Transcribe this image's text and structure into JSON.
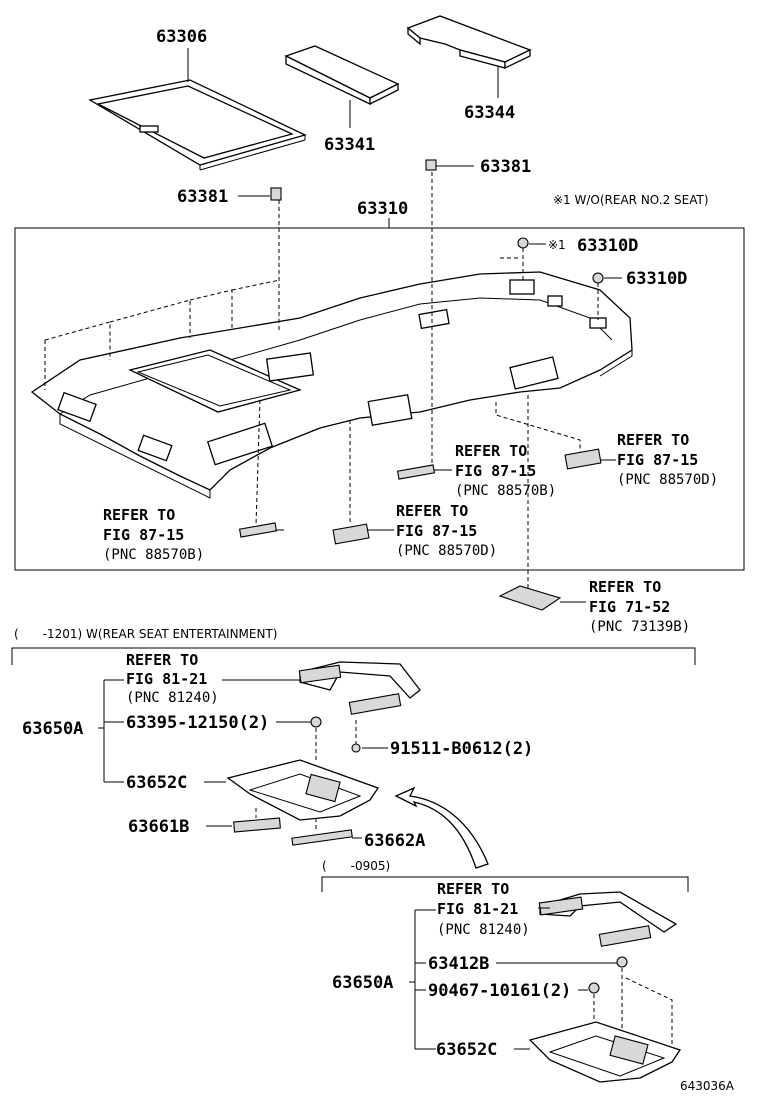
{
  "parts": {
    "p63306": "63306",
    "p63341": "63341",
    "p63344": "63344",
    "p63381a": "63381",
    "p63381b": "63381",
    "p63310": "63310",
    "p63310d_note": "※1",
    "p63310d_a": "63310D",
    "p63310d_b": "63310D",
    "p63650a_top": "63650A",
    "p63395": "63395-12150(2)",
    "p91511": "91511-B0612(2)",
    "p63652c_top": "63652C",
    "p63661b": "63661B",
    "p63662a": "63662A",
    "p63650a_bot": "63650A",
    "p63412b": "63412B",
    "p90467": "90467-10161(2)",
    "p63652c_bot": "63652C"
  },
  "notes": {
    "footnote": "※1 W/O(REAR NO.2 SEAT)",
    "range_top": "(　　-1201) W(REAR SEAT ENTERTAINMENT)",
    "range_bot": "(　　-0905)",
    "diagram_id": "643036A"
  },
  "refs": [
    {
      "l1": "REFER TO",
      "l2": "FIG 87-15",
      "l3": "(PNC 88570B)"
    },
    {
      "l1": "REFER TO",
      "l2": "FIG 87-15",
      "l3": "(PNC 88570D)"
    },
    {
      "l1": "REFER TO",
      "l2": "FIG 87-15",
      "l3": "(PNC 88570D)"
    },
    {
      "l1": "REFER TO",
      "l2": "FIG 87-15",
      "l3": "(PNC 88570B)"
    },
    {
      "l1": "REFER TO",
      "l2": "FIG 71-52",
      "l3": "(PNC 73139B)"
    },
    {
      "l1": "REFER TO",
      "l2": "FIG 81-21",
      "l3": "(PNC 81240)"
    },
    {
      "l1": "REFER TO",
      "l2": "FIG 81-21",
      "l3": "(PNC 81240)"
    }
  ]
}
